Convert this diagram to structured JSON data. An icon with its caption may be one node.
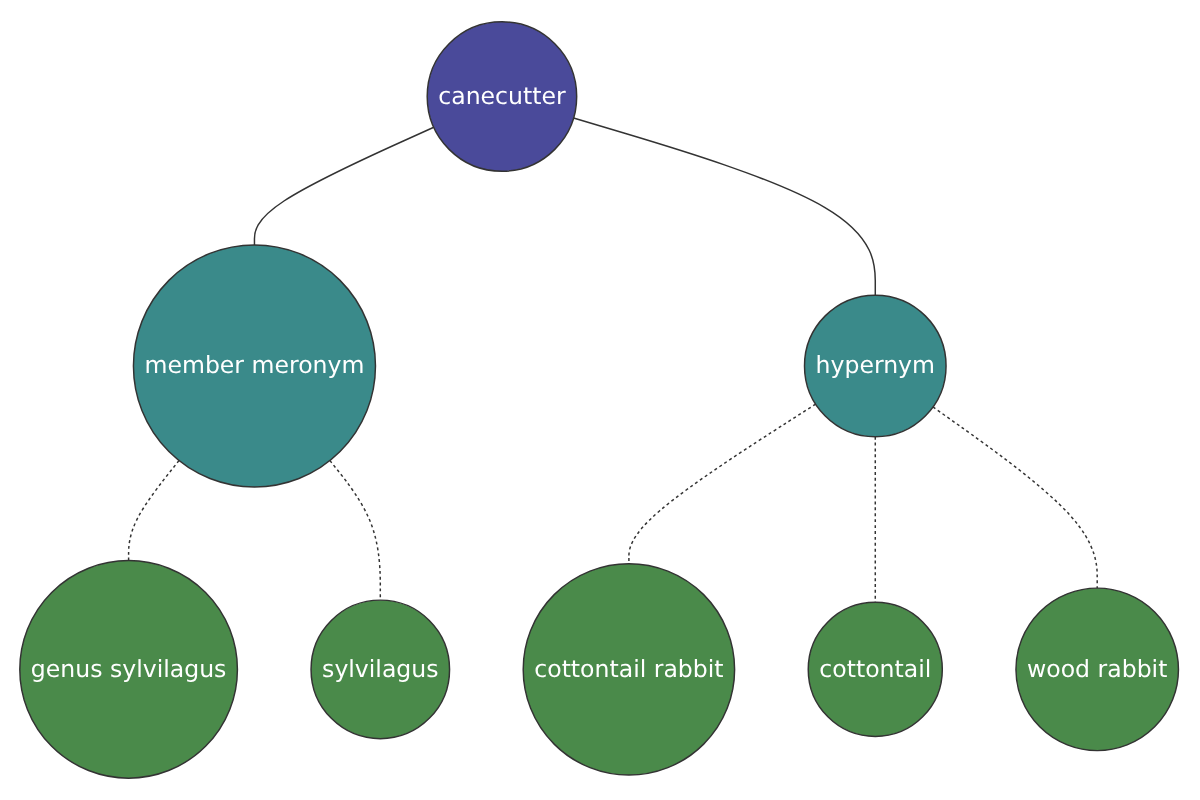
{
  "diagram": {
    "nodes": [
      {
        "text": [
          "canecutter"
        ]
      },
      {
        "text": [
          "member meronym"
        ]
      },
      {
        "text": [
          "hypernym"
        ]
      },
      {
        "text": [
          "genus sylvilagus"
        ]
      },
      {
        "text": [
          "sylvilagus"
        ]
      },
      {
        "text": [
          "cottontail rabbit"
        ]
      },
      {
        "text": [
          "cottontail"
        ]
      },
      {
        "text": [
          "wood rabbit"
        ]
      }
    ],
    "edges": [
      {
        "from": 0,
        "to": 1,
        "arrow": "none"
      },
      {
        "from": 0,
        "to": 2,
        "arrow": "none"
      },
      {
        "from": 1,
        "to": 3,
        "arrow": "none",
        "style": "dashed"
      },
      {
        "from": 1,
        "to": 4,
        "arrow": "none",
        "style": "dashed"
      },
      {
        "from": 2,
        "to": 5,
        "arrow": "none",
        "style": "dashed"
      },
      {
        "from": 2,
        "to": 6,
        "arrow": "none",
        "style": "dashed"
      },
      {
        "from": 2,
        "to": 7,
        "arrow": "none",
        "style": "dashed"
      }
    ]
  }
}
